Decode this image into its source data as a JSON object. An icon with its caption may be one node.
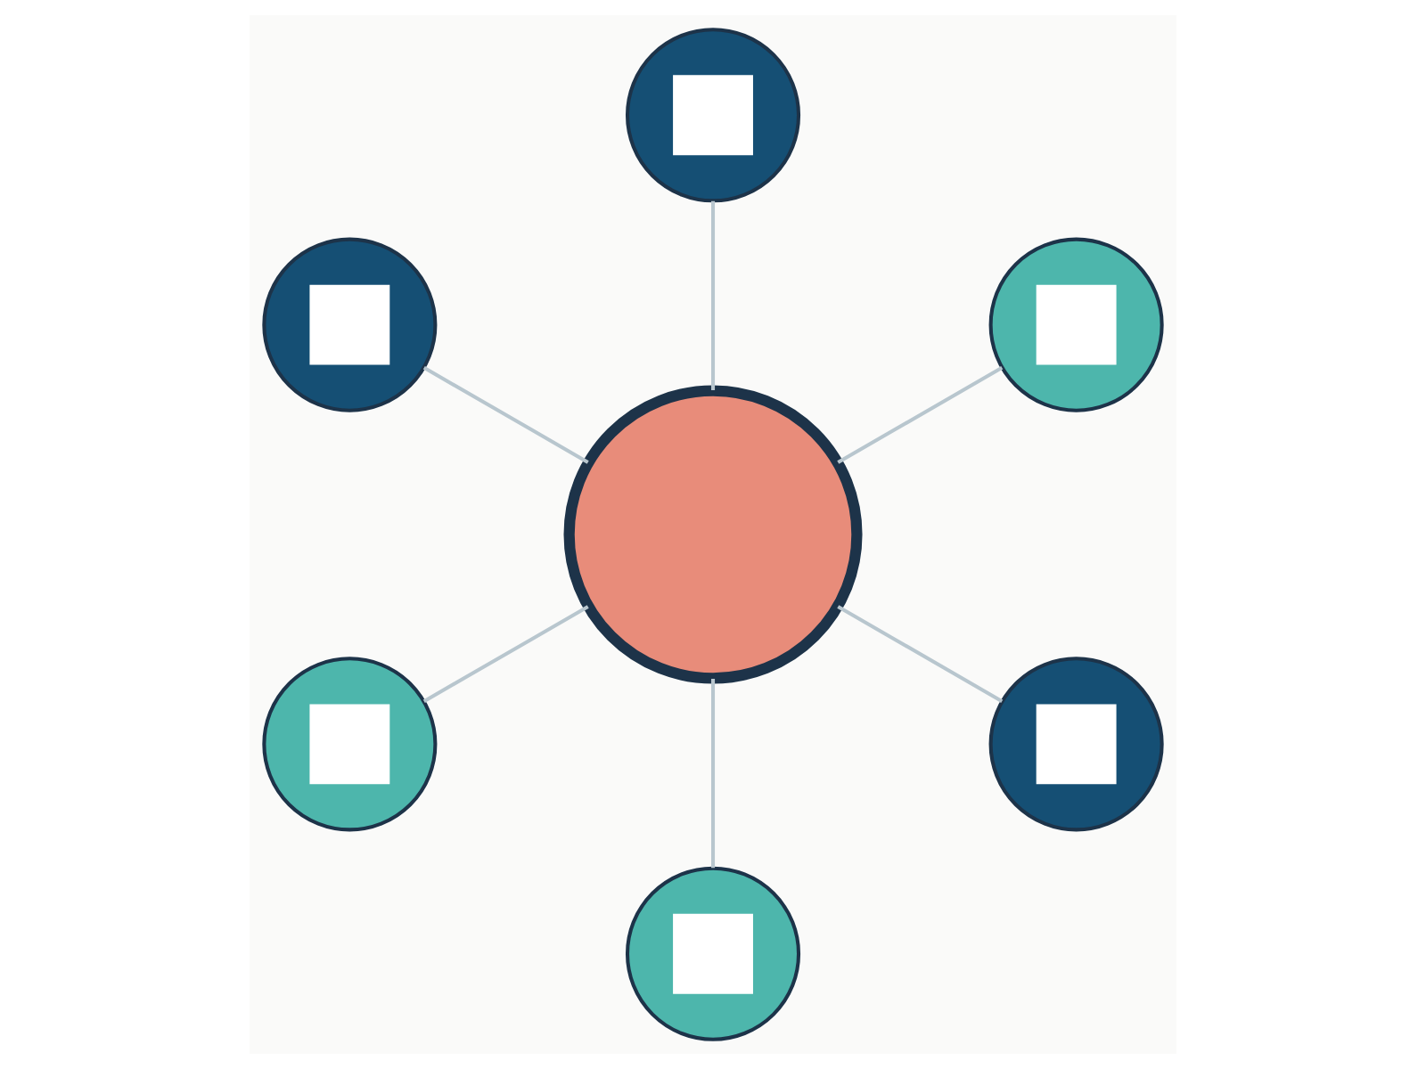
{
  "diagram": {
    "nodes": [
      {
        "text": [],
        "shape": "circle"
      },
      {
        "text": [],
        "shape": "circle"
      },
      {
        "text": [],
        "shape": "circle"
      },
      {
        "text": [],
        "shape": "circle"
      },
      {
        "text": [],
        "shape": "circle"
      },
      {
        "text": [],
        "shape": "circle"
      },
      {
        "text": [],
        "shape": "circle"
      }
    ],
    "edges": [
      {
        "from": 0,
        "to": 1,
        "arrow": "none"
      },
      {
        "from": 0,
        "to": 2,
        "arrow": "none"
      },
      {
        "from": 0,
        "to": 3,
        "arrow": "none"
      },
      {
        "from": 0,
        "to": 4,
        "arrow": "none"
      },
      {
        "from": 0,
        "to": 5,
        "arrow": "none"
      },
      {
        "from": 0,
        "to": 6,
        "arrow": "none"
      }
    ]
  }
}
